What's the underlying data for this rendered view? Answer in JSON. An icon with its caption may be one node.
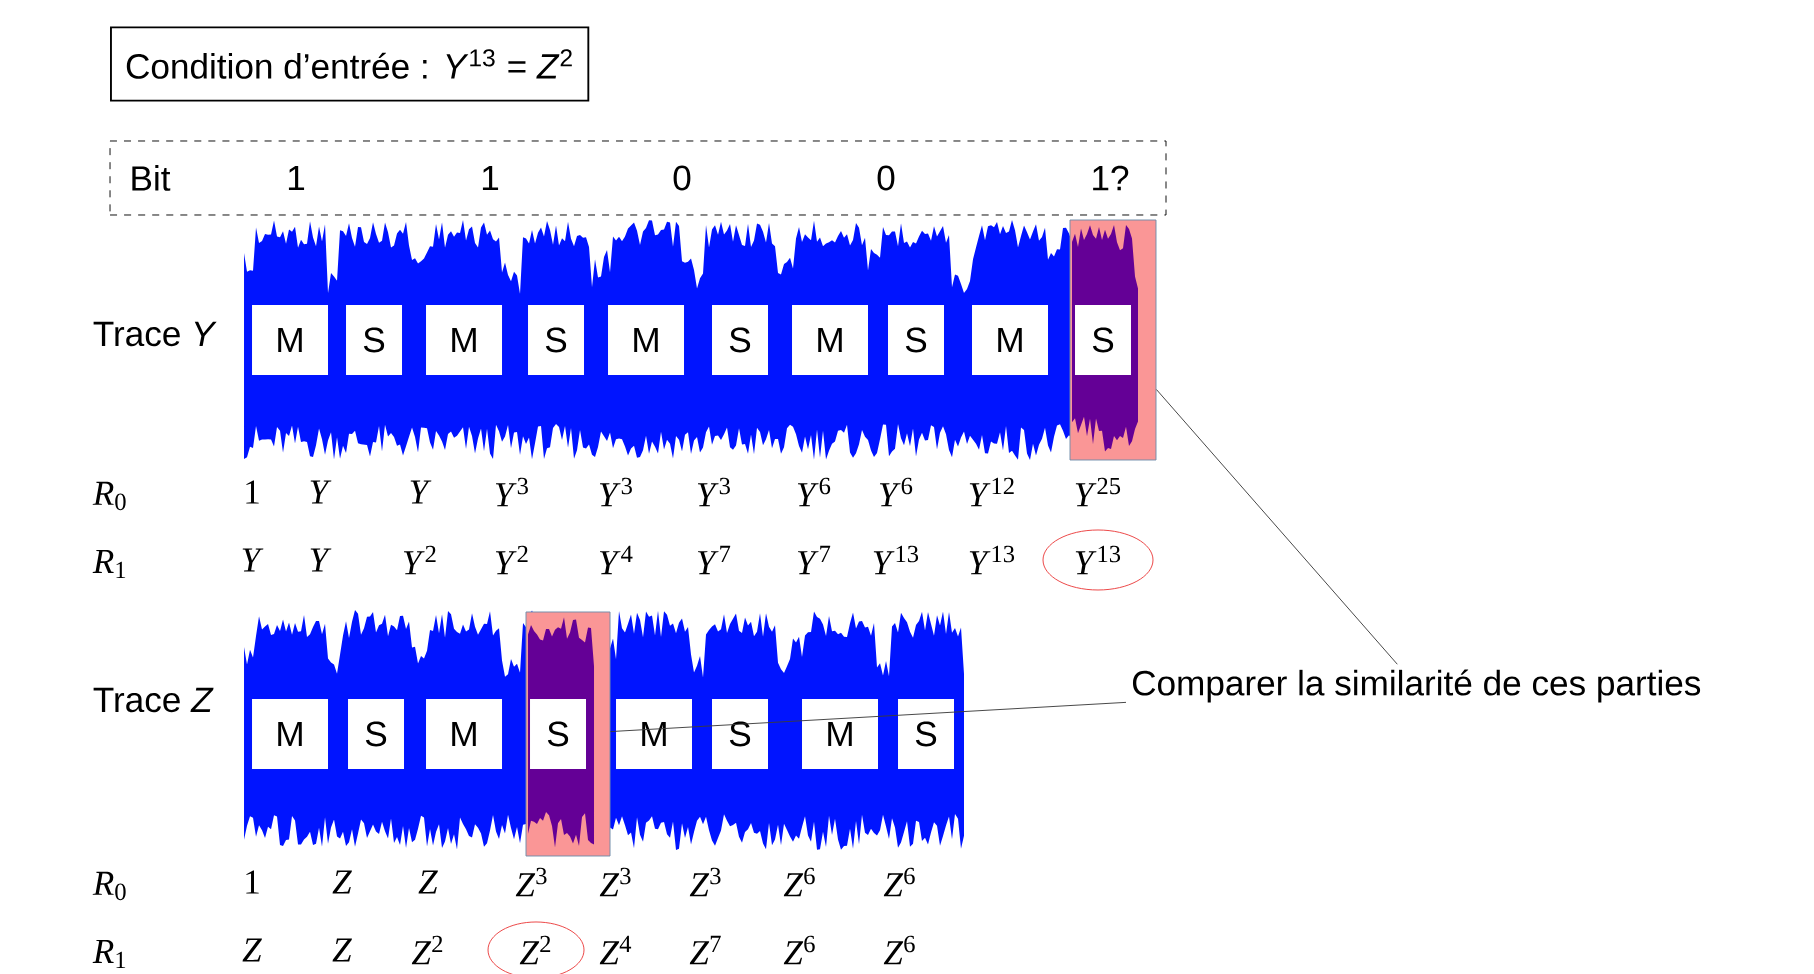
{
  "diagram": {
    "nodes": [
      {
        "text": [
          "Condition d’entrée : *Y*$^{13}$ = *Z*$^{2}$"
        ]
      },
      {
        "text": [
          "Bit",
          "1",
          "1",
          "0",
          "0",
          "1?"
        ]
      },
      {
        "text": [
          "M"
        ]
      },
      {
        "text": [
          "S"
        ]
      },
      {
        "text": [
          "M"
        ]
      },
      {
        "text": [
          "S"
        ]
      },
      {
        "text": [
          "M"
        ]
      },
      {
        "text": [
          "S"
        ]
      },
      {
        "text": [
          "M"
        ]
      },
      {
        "text": [
          "S"
        ]
      },
      {
        "text": [
          "M"
        ]
      },
      {
        "text": [],
        "shape": "box"
      },
      {
        "text": [
          "S"
        ],
        "in": 11
      },
      {
        "text": [
          "*Y*$^{13}$"
        ]
      },
      {
        "text": [
          "M"
        ]
      },
      {
        "text": [
          "S"
        ]
      },
      {
        "text": [
          "M"
        ]
      },
      {
        "text": [],
        "shape": "box"
      },
      {
        "text": [
          "S"
        ],
        "in": 17
      },
      {
        "text": [
          "M"
        ]
      },
      {
        "text": [
          "S"
        ]
      },
      {
        "text": [
          "M"
        ]
      },
      {
        "text": [
          "S"
        ]
      },
      {
        "text": [
          "*Z*$^{2}$"
        ]
      },
      {
        "text": [
          "Comparer la similarité de ces parties"
        ]
      }
    ],
    "edges": [
      {
        "from": 24,
        "to": 11,
        "arrow": "none"
      },
      {
        "from": 24,
        "to": 17,
        "arrow": "none"
      }
    ],
    "labels": [
      "Trace *Y*",
      "*R*$_{0}$",
      "1",
      "*Y*",
      "*Y*",
      "*Y*$^{3}$",
      "*Y*$^{3}$",
      "*Y*$^{3}$",
      "*Y*$^{6}$",
      "*Y*$^{6}$",
      "*Y*$^{12}$",
      "*Y*$^{25}$",
      "*R*$_{1}$",
      "*Y*",
      "*Y*",
      "*Y*$^{2}$",
      "*Y*$^{2}$",
      "*Y*$^{4}$",
      "*Y*$^{7}$",
      "*Y*$^{7}$",
      "*Y*$^{13}$",
      "*Y*$^{13}$",
      "Trace *Z*",
      "*R*$_{0}$",
      "1",
      "*Z*",
      "*Z*",
      "*Z*$^{3}$",
      "*Z*$^{3}$",
      "*Z*$^{3}$",
      "*Z*$^{6}$",
      "*Z*$^{6}$",
      "*R*$_{1}$",
      "*Z*",
      "*Z*",
      "*Z*$^{2}$",
      "*Z*$^{4}$",
      "*Z*$^{7}$",
      "*Z*$^{6}$",
      "*Z*$^{6}$"
    ]
  }
}
